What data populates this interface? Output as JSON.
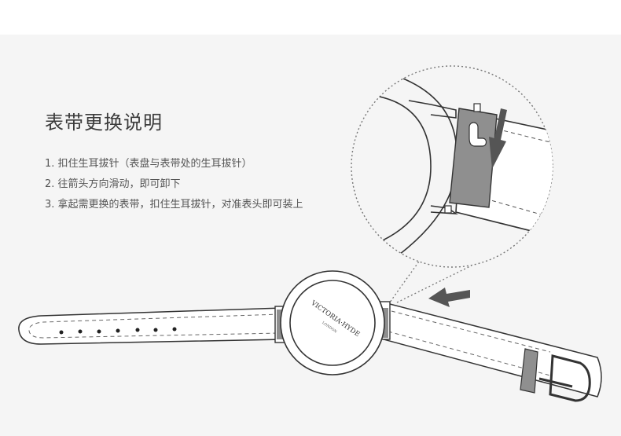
{
  "title": "表带更换说明",
  "steps": [
    "1. 扣住生耳拔针（表盘与表带处的生耳拔针）",
    "2. 往箭头方向滑动，即可卸下",
    "3. 拿起需更换的表带，扣住生耳拔针，对准表头即可装上"
  ],
  "watch": {
    "brand": "VICTORIA·HYDE",
    "city": "LONDON"
  },
  "colors": {
    "panel": "#f5f5f5",
    "line": "#333333",
    "accent_gray": "#8c8c8c",
    "text": "#555555"
  },
  "icons": [
    "arrow-down-icon",
    "arrow-left-icon",
    "spring-bar-icon"
  ]
}
